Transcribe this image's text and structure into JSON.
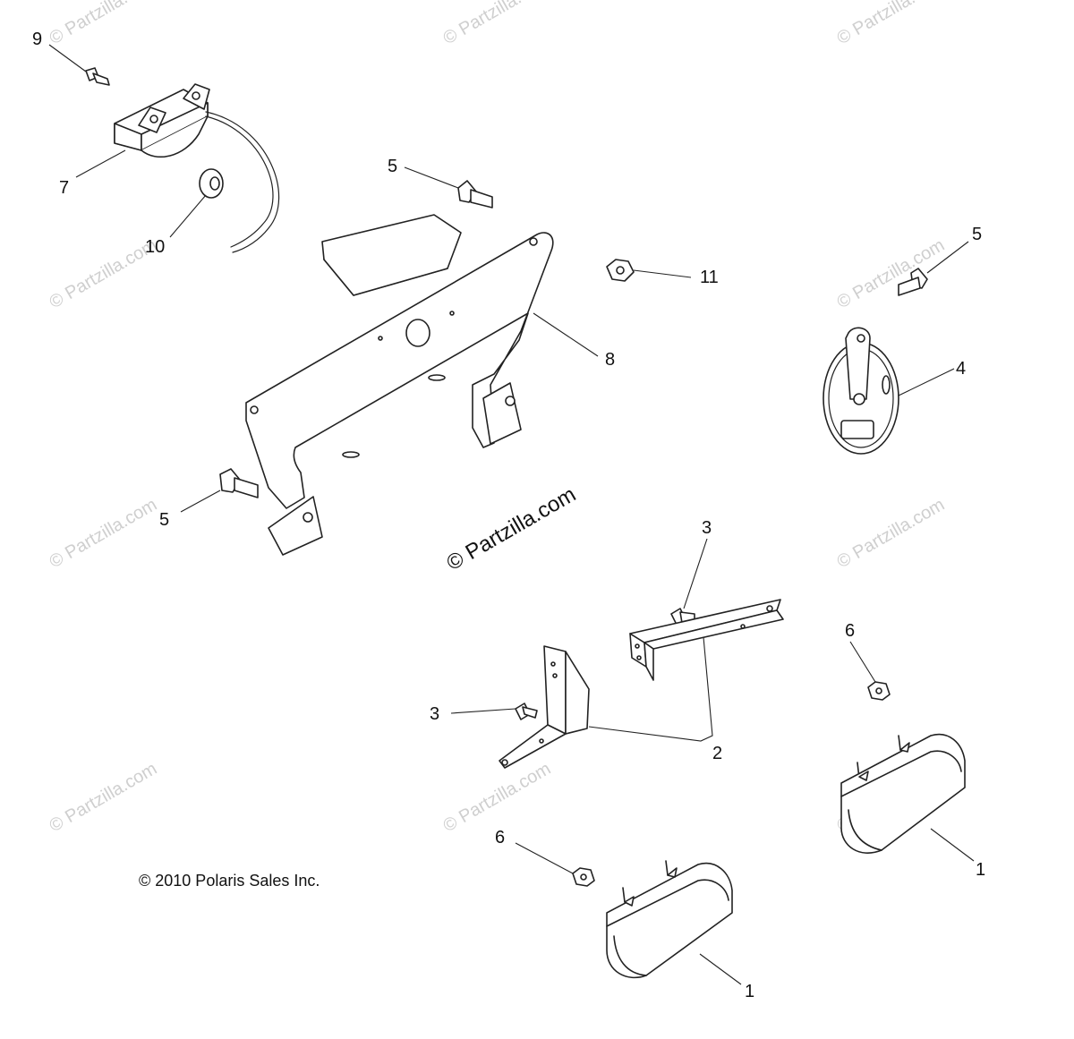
{
  "watermark": {
    "text": "© Partzilla.com",
    "center_text": "© Partzilla.com",
    "color": "#cfcfcf"
  },
  "copyright": "© 2010  Polaris Sales Inc.",
  "callouts": {
    "c1a": "1",
    "c1b": "1",
    "c2": "2",
    "c3a": "3",
    "c3b": "3",
    "c4": "4",
    "c5a": "5",
    "c5b": "5",
    "c5c": "5",
    "c6a": "6",
    "c6b": "6",
    "c7": "7",
    "c8": "8",
    "c9": "9",
    "c10": "10",
    "c11": "11"
  },
  "colors": {
    "line": "#222222",
    "background": "#ffffff"
  }
}
